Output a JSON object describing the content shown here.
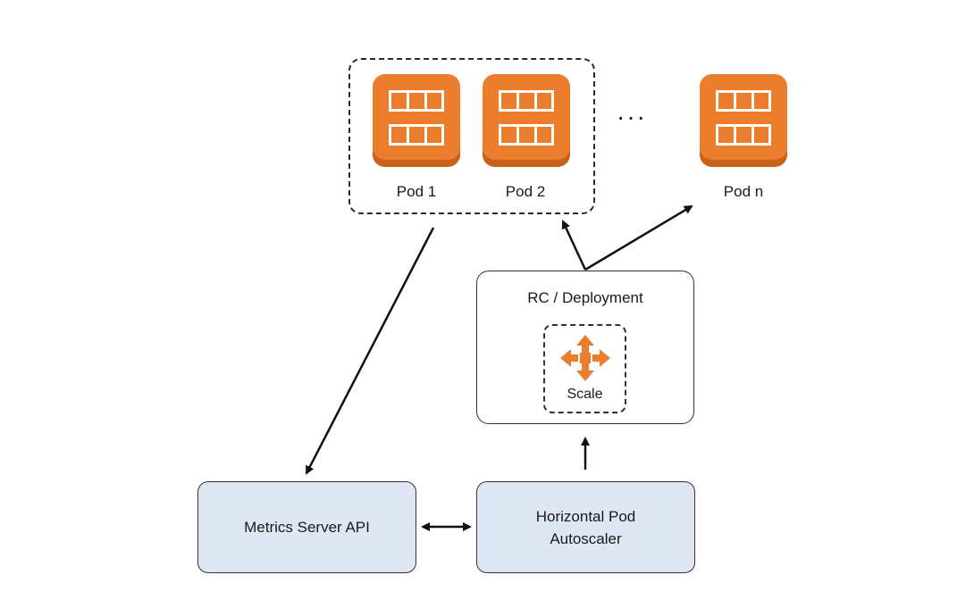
{
  "pods": [
    {
      "label": "Pod 1"
    },
    {
      "label": "Pod 2"
    },
    {
      "label": "Pod n"
    }
  ],
  "ellipsis": "···",
  "rc": {
    "title": "RC / Deployment",
    "scale_label": "Scale"
  },
  "metrics": {
    "label": "Metrics Server API"
  },
  "hpa": {
    "label_line1": "Horizontal Pod",
    "label_line2": "Autoscaler"
  },
  "colors": {
    "pod_orange": "#ec7d2d",
    "service_fill": "#dfe6f4",
    "line": "#111111"
  },
  "icons": {
    "pod": "container-grid-icon",
    "scale": "scale-arrows-icon"
  }
}
